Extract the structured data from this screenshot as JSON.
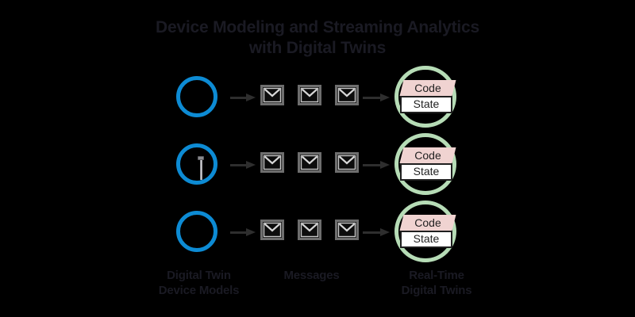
{
  "diagram": {
    "title": {
      "line1": "Device Modeling and Streaming Analytics",
      "line2": "with Digital Twins"
    },
    "background_color": "#000000",
    "text_color": "#1a1a23",
    "accent_colors": {
      "device_model_ring": "#0d8bd4",
      "digital_twin_ring": "#b6dcb6",
      "code_block": "#f0d3d1",
      "state_block": "#ffffff",
      "arrow": "#2e2e2e",
      "envelope": "#4a4a4a"
    },
    "columns": [
      {
        "key": "device-models",
        "caption_line1": "Digital Twin",
        "caption_line2": "Device Models"
      },
      {
        "key": "messages",
        "caption_line1": "Messages",
        "caption_line2": ""
      },
      {
        "key": "real-time-twins",
        "caption_line1": "Real-Time",
        "caption_line2": "Digital Twins"
      }
    ],
    "rows": [
      {
        "index": 1,
        "device_icon": "circle-icon",
        "has_sensor_glyph": false,
        "message_count": 3,
        "twin": {
          "code_label": "Code",
          "state_label": "State"
        }
      },
      {
        "index": 2,
        "device_icon": "circle-with-sensor-icon",
        "has_sensor_glyph": true,
        "message_count": 3,
        "twin": {
          "code_label": "Code",
          "state_label": "State"
        }
      },
      {
        "index": 3,
        "device_icon": "circle-icon",
        "has_sensor_glyph": false,
        "message_count": 3,
        "twin": {
          "code_label": "Code",
          "state_label": "State"
        }
      }
    ],
    "icons": {
      "envelope": "envelope-icon",
      "arrow": "arrow-right-icon",
      "sensor": "sensor-pin-icon"
    }
  }
}
